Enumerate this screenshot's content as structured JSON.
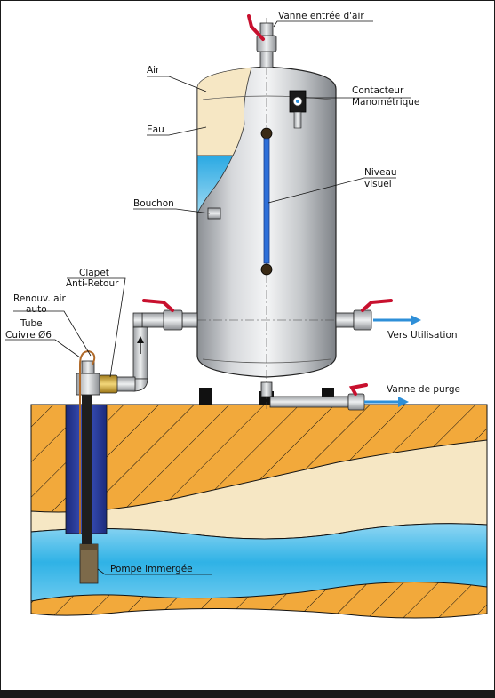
{
  "diagram": {
    "labels": {
      "vanne_entree_air": "Vanne entrée d'air",
      "air": "Air",
      "eau": "Eau",
      "contacteur_l1": "Contacteur",
      "contacteur_l2": "Manométrique",
      "niveau_l1": "Niveau",
      "niveau_l2": "visuel",
      "bouchon": "Bouchon",
      "clapet_l1": "Clapet",
      "clapet_l2": "Anti-Retour",
      "renouv_l1": "Renouv. air",
      "renouv_l2": "auto",
      "tube_l1": "Tube",
      "tube_l2": "Cuivre Ø6",
      "vers_utilisation": "Vers Utilisation",
      "vanne_purge": "Vanne de purge",
      "pompe": "Pompe immergée"
    },
    "colors": {
      "frame_border": "#1a1a1a",
      "soil": "#f2a93b",
      "sand": "#f6e7c4",
      "water": "#34b4e6",
      "steel": "#b9bcc0",
      "valve_handle": "#c8102e",
      "well_casing": "#2a3a9a",
      "arrow": "#2e8fd8"
    }
  }
}
